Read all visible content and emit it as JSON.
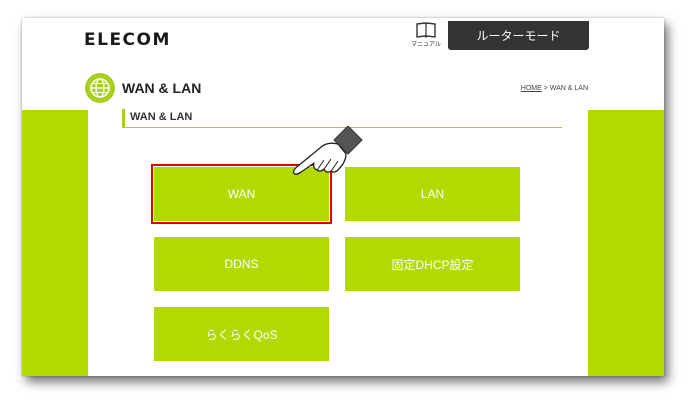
{
  "header": {
    "logo": "ELECOM",
    "manual_label": "マニュアル",
    "mode_button": "ルーターモード"
  },
  "page": {
    "title": "WAN & LAN",
    "breadcrumb_home": "HOME",
    "breadcrumb_sep": " > ",
    "breadcrumb_current": "WAN & LAN"
  },
  "section": {
    "title": "WAN & LAN"
  },
  "menu": {
    "wan": "WAN",
    "lan": "LAN",
    "ddns": "DDNS",
    "dhcp": "固定DHCP設定",
    "qos": "らくらくQoS"
  },
  "colors": {
    "accent": "#b2d900",
    "dark_button": "#333333",
    "highlight": "#e00000"
  },
  "icons": {
    "manual": "book-icon",
    "page": "globe-icon",
    "pointer": "pointing-hand-icon"
  }
}
